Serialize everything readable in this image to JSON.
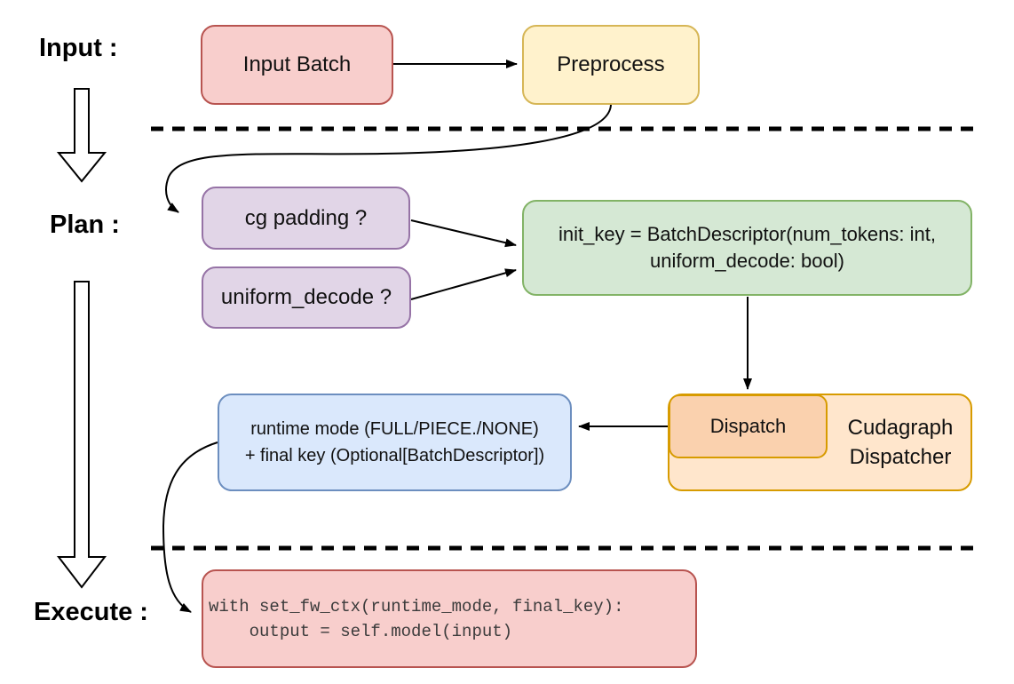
{
  "diagram": {
    "title_context": "Cudagraph dispatch flow",
    "labels": {
      "input": "Input :",
      "plan": "Plan :",
      "execute": "Execute :"
    },
    "nodes": {
      "input_batch": {
        "label": "Input Batch"
      },
      "preprocess": {
        "label": "Preprocess"
      },
      "cg_padding": {
        "label": "cg padding ?"
      },
      "uniform_decode": {
        "label": "uniform_decode ?"
      },
      "init_key": {
        "line1": "init_key = BatchDescriptor(num_tokens: int,",
        "line2": "uniform_decode: bool)"
      },
      "dispatch": {
        "label": "Dispatch"
      },
      "cudagraph_dispatcher": {
        "line1": "Cudagraph",
        "line2": "Dispatcher"
      },
      "runtime_mode": {
        "line1": "runtime mode (FULL/PIECE./NONE)",
        "line2": "+ final key (Optional[BatchDescriptor])"
      },
      "execute_code": {
        "line1": "with set_fw_ctx(runtime_mode, final_key):",
        "line2": "    output = self.model(input)"
      }
    },
    "connectors": [
      {
        "name": "input-batch-to-preprocess",
        "type": "straight-arrow"
      },
      {
        "name": "preprocess-to-cg-padding",
        "type": "curved-arrow"
      },
      {
        "name": "cg-padding-to-init-key",
        "type": "straight-arrow"
      },
      {
        "name": "uniform-decode-to-init-key",
        "type": "straight-arrow"
      },
      {
        "name": "init-key-to-dispatch",
        "type": "straight-arrow"
      },
      {
        "name": "dispatch-to-runtime-mode",
        "type": "straight-arrow"
      },
      {
        "name": "runtime-mode-to-execute-code",
        "type": "curved-arrow"
      },
      {
        "name": "input-section-arrow",
        "type": "hollow-arrow"
      },
      {
        "name": "plan-to-execute-arrow",
        "type": "hollow-arrow"
      },
      {
        "name": "separator-input-plan",
        "type": "dashed-line"
      },
      {
        "name": "separator-plan-execute",
        "type": "dashed-line"
      }
    ],
    "colors": {
      "red_fill": "#F8CECC",
      "red_stroke": "#B85450",
      "yellow_fill": "#FFF2CC",
      "yellow_stroke": "#D6B656",
      "purple_fill": "#E1D5E7",
      "purple_stroke": "#9673A6",
      "green_fill": "#D5E8D4",
      "green_stroke": "#82B366",
      "blue_fill": "#DAE8FC",
      "blue_stroke": "#6C8EBF",
      "orange_fill": "#FFE6CC",
      "orange_stroke": "#D79B00",
      "dispatch_fill": "#FAD1AE",
      "connector": "#000000",
      "code_text": "#3b3b3b"
    }
  }
}
